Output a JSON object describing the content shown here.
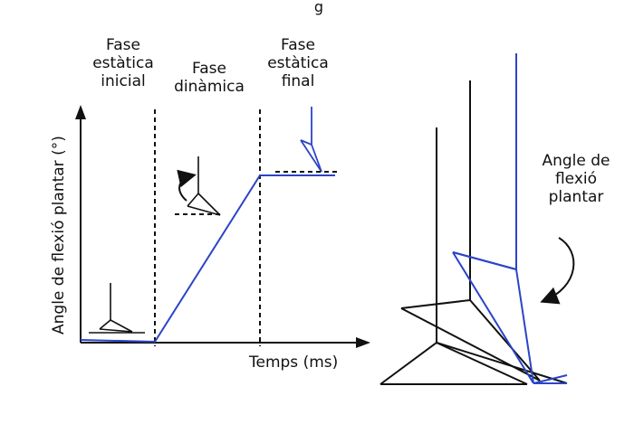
{
  "header": {
    "partial_text": "g"
  },
  "phases": {
    "initial": [
      "Fase",
      "estàtica",
      "inicial"
    ],
    "dynamic": [
      "Fase",
      "dinàmica"
    ],
    "final": [
      "Fase",
      "estàtica",
      "final"
    ]
  },
  "axes": {
    "y_label": "Angle de flexió plantar (°)",
    "x_label": "Temps (ms)"
  },
  "annotation": {
    "lines": [
      "Angle de",
      "flexió",
      "plantar"
    ]
  },
  "colors": {
    "black": "#111111",
    "blue": "#2b44c8"
  }
}
